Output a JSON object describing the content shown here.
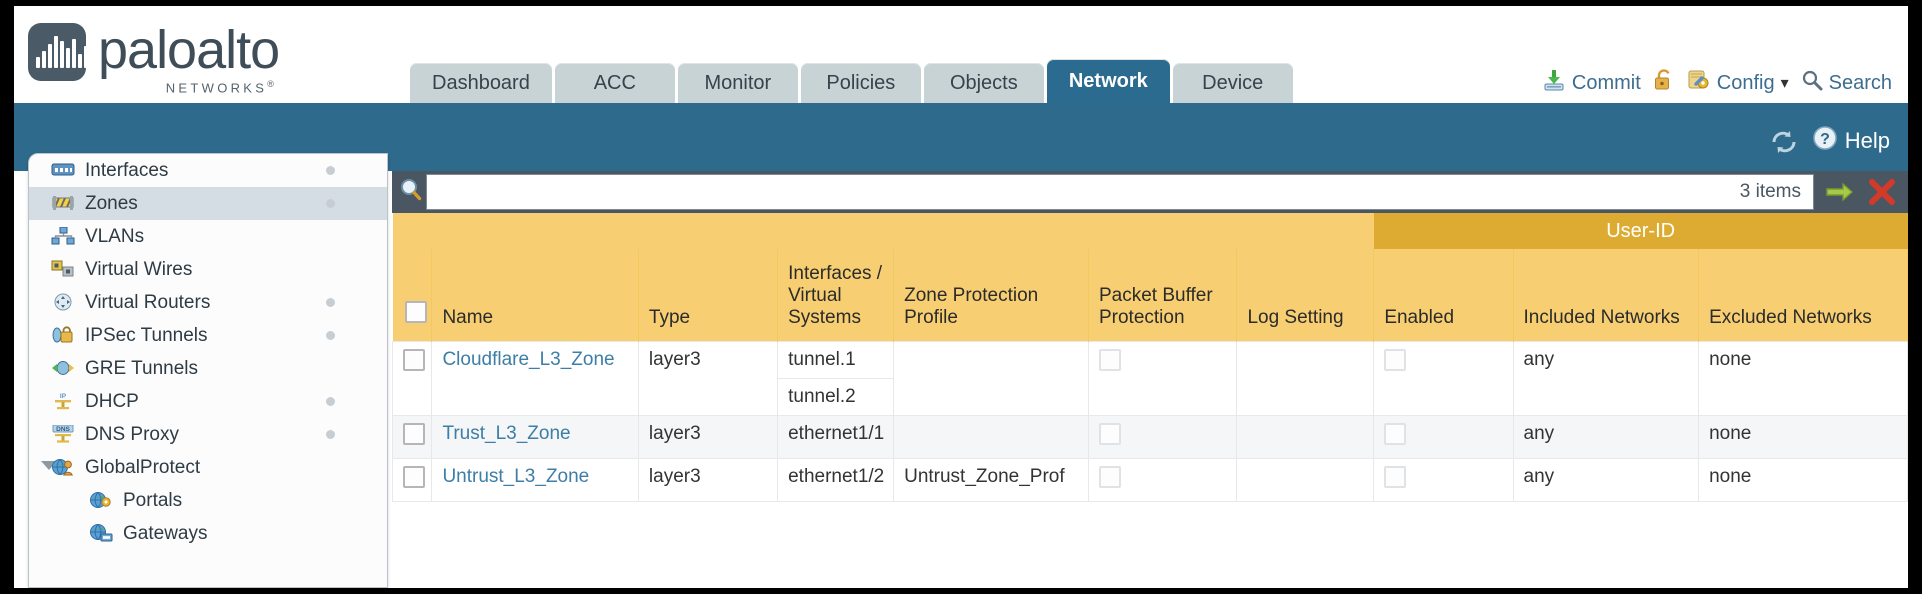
{
  "brand": {
    "name": "paloalto",
    "tagline": "NETWORKS",
    "registered": "®"
  },
  "nav": {
    "tabs": [
      {
        "label": "Dashboard",
        "active": false
      },
      {
        "label": "ACC",
        "active": false
      },
      {
        "label": "Monitor",
        "active": false
      },
      {
        "label": "Policies",
        "active": false
      },
      {
        "label": "Objects",
        "active": false
      },
      {
        "label": "Network",
        "active": true
      },
      {
        "label": "Device",
        "active": false
      }
    ]
  },
  "toolbar": {
    "commit_label": "Commit",
    "commit_icon": "commit-download-icon",
    "lock_icon": "unlock-icon",
    "config_label": "Config",
    "config_icon": "config-wrench-icon",
    "config_caret": "▾",
    "search_label": "Search",
    "search_icon": "search-icon"
  },
  "band": {
    "refresh_icon": "refresh-icon",
    "help_label": "Help",
    "help_icon": "help-question-icon"
  },
  "sidebar": {
    "items": [
      {
        "label": "Interfaces",
        "icon": "interfaces-icon",
        "selected": false,
        "child": false,
        "twisty": false,
        "dot": true
      },
      {
        "label": "Zones",
        "icon": "zones-icon",
        "selected": true,
        "child": false,
        "twisty": false,
        "dot": true
      },
      {
        "label": "VLANs",
        "icon": "vlans-icon",
        "selected": false,
        "child": false,
        "twisty": false,
        "dot": false
      },
      {
        "label": "Virtual Wires",
        "icon": "virtual-wires-icon",
        "selected": false,
        "child": false,
        "twisty": false,
        "dot": false
      },
      {
        "label": "Virtual Routers",
        "icon": "virtual-routers-icon",
        "selected": false,
        "child": false,
        "twisty": false,
        "dot": true
      },
      {
        "label": "IPSec Tunnels",
        "icon": "ipsec-tunnels-icon",
        "selected": false,
        "child": false,
        "twisty": false,
        "dot": true
      },
      {
        "label": "GRE Tunnels",
        "icon": "gre-tunnels-icon",
        "selected": false,
        "child": false,
        "twisty": false,
        "dot": false
      },
      {
        "label": "DHCP",
        "icon": "dhcp-icon",
        "selected": false,
        "child": false,
        "twisty": false,
        "dot": true
      },
      {
        "label": "DNS Proxy",
        "icon": "dns-proxy-icon",
        "selected": false,
        "child": false,
        "twisty": false,
        "dot": true
      },
      {
        "label": "GlobalProtect",
        "icon": "globalprotect-icon",
        "selected": false,
        "child": false,
        "twisty": true,
        "dot": false
      },
      {
        "label": "Portals",
        "icon": "portals-icon",
        "selected": false,
        "child": true,
        "twisty": false,
        "dot": false
      },
      {
        "label": "Gateways",
        "icon": "gateways-icon",
        "selected": false,
        "child": true,
        "twisty": false,
        "dot": false
      }
    ]
  },
  "search": {
    "icon": "search-magnifier-icon",
    "value": "",
    "placeholder": "",
    "items_count": "3 items",
    "apply_icon": "apply-filter-arrow-icon",
    "clear_icon": "clear-filter-x-icon"
  },
  "table": {
    "group_header": {
      "label": "User-ID",
      "span": 3
    },
    "columns": [
      {
        "key": "check",
        "label": ""
      },
      {
        "key": "name",
        "label": "Name"
      },
      {
        "key": "type",
        "label": "Type"
      },
      {
        "key": "interfaces",
        "label": "Interfaces / Virtual Systems"
      },
      {
        "key": "zone_protection",
        "label": "Zone Protection Profile"
      },
      {
        "key": "packet_buffer",
        "label": "Packet Buffer Protection"
      },
      {
        "key": "log_setting",
        "label": "Log Setting"
      },
      {
        "key": "enabled",
        "label": "Enabled"
      },
      {
        "key": "included",
        "label": "Included Networks"
      },
      {
        "key": "excluded",
        "label": "Excluded Networks"
      }
    ],
    "rows": [
      {
        "name": "Cloudflare_L3_Zone",
        "type": "layer3",
        "interfaces": [
          "tunnel.1",
          "tunnel.2"
        ],
        "zone_protection": "",
        "packet_buffer_checked": false,
        "log_setting": "",
        "enabled_checked": false,
        "included": "any",
        "excluded": "none"
      },
      {
        "name": "Trust_L3_Zone",
        "type": "layer3",
        "interfaces": [
          "ethernet1/1"
        ],
        "zone_protection": "",
        "packet_buffer_checked": false,
        "log_setting": "",
        "enabled_checked": false,
        "included": "any",
        "excluded": "none"
      },
      {
        "name": "Untrust_L3_Zone",
        "type": "layer3",
        "interfaces": [
          "ethernet1/2"
        ],
        "zone_protection": "Untrust_Zone_Prof",
        "packet_buffer_checked": false,
        "log_setting": "",
        "enabled_checked": false,
        "included": "any",
        "excluded": "none"
      }
    ]
  },
  "colors": {
    "accent_blue": "#2e6a8b",
    "tab_inactive": "#c8d3d6",
    "header_gold": "#f7cf72",
    "group_gold": "#ddab32",
    "link": "#3d7ea6",
    "toolbar_dark": "#4a5661"
  }
}
